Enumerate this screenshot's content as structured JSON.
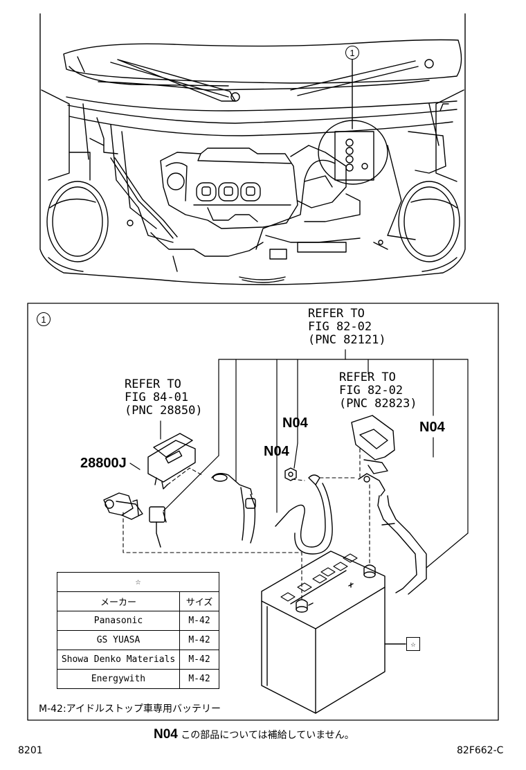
{
  "callout": "1",
  "detail_label": "1",
  "refs": {
    "fig82_upper": {
      "line1": "REFER TO",
      "line2": "FIG 82-02",
      "line3": "(PNC 82121)"
    },
    "fig84": {
      "line1": "REFER TO",
      "line2": "FIG 84-01",
      "line3": "(PNC 28850)"
    },
    "fig82_lower": {
      "line1": "REFER TO",
      "line2": "FIG 82-02",
      "line3": "(PNC 82823)"
    }
  },
  "parts": {
    "sensor": "28800J",
    "n04_left": "N04",
    "n04_mid": "N04",
    "n04_right": "N04"
  },
  "star_symbol": "☆",
  "battery_table": {
    "header_star": "☆",
    "col_maker": "メーカー",
    "col_size": "サイズ",
    "rows": [
      {
        "maker": "Panasonic",
        "size": "M-42"
      },
      {
        "maker": "GS YUASA",
        "size": "M-42"
      },
      {
        "maker": "Showa Denko Materials",
        "size": "M-42"
      },
      {
        "maker": "Energywith",
        "size": "M-42"
      }
    ]
  },
  "table_note": "M-42:アイドルストップ車専用バッテリー",
  "footnote": {
    "code": "N04",
    "text": "この部品については補給していません。"
  },
  "page_number": "8201",
  "figure_code": "82F662-C"
}
